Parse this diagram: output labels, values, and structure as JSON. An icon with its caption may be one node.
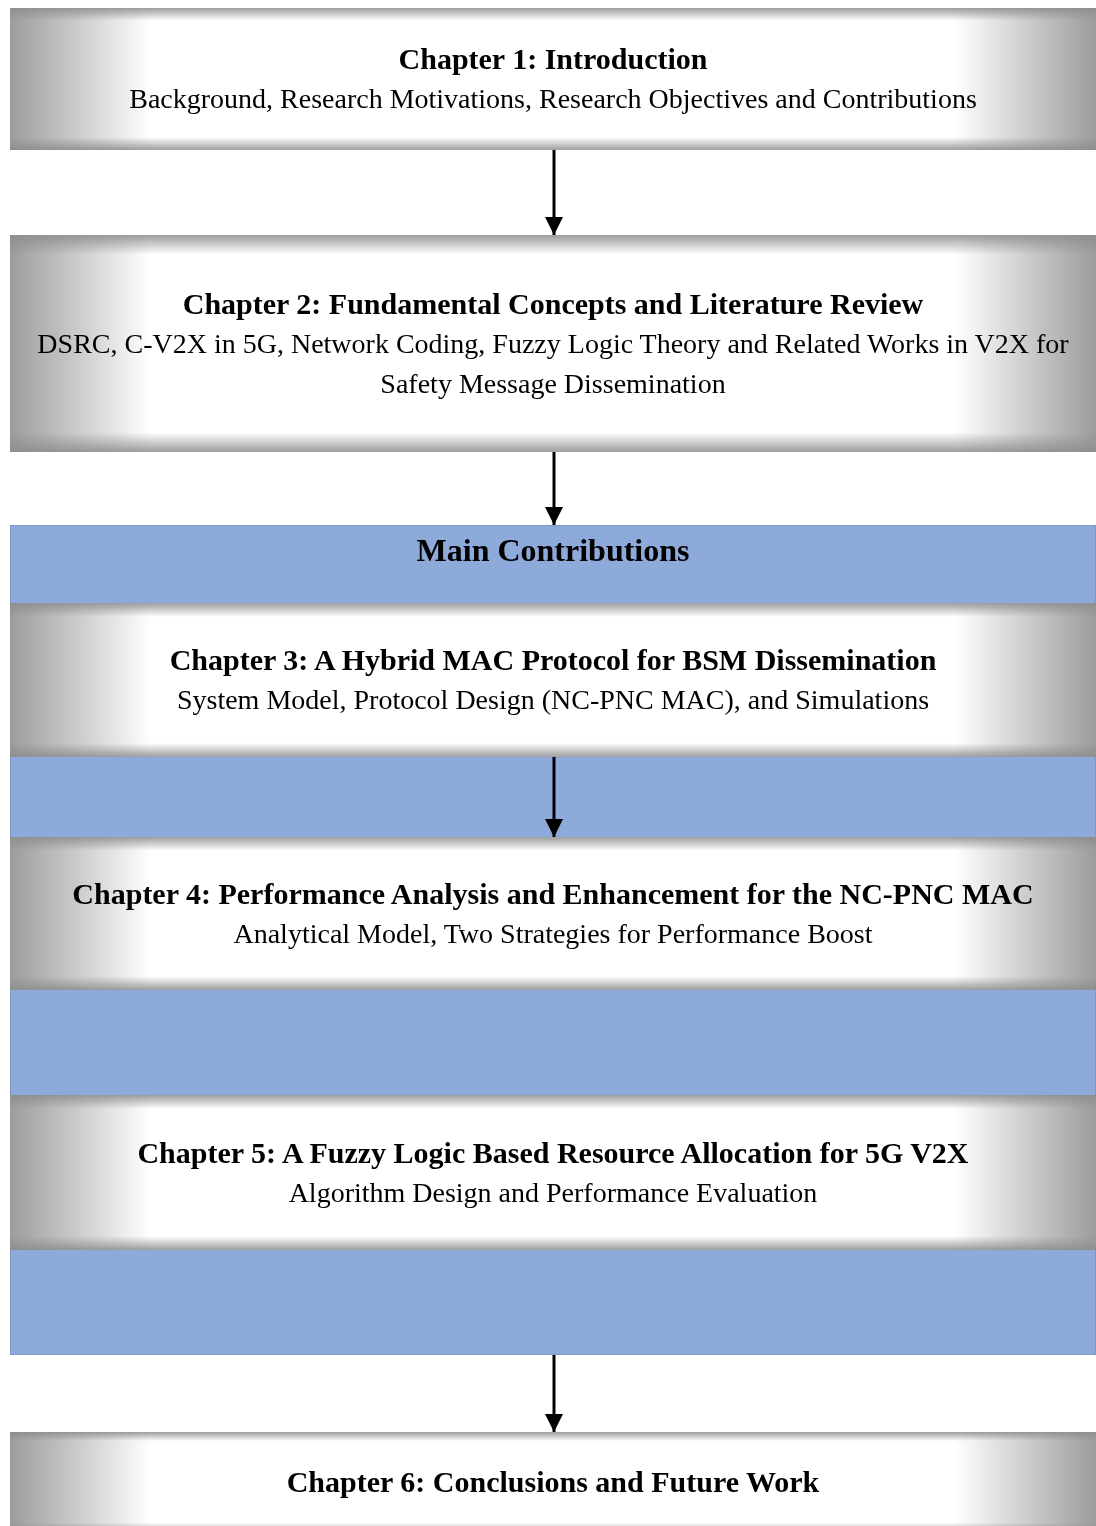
{
  "diagram": {
    "nodes": [
      {
        "text": [
          "Chapter 1: Introduction",
          "Background, Research Motivations, Research Objectives and Contributions"
        ]
      },
      {
        "text": [
          "Chapter 2: Fundamental Concepts and Literature Review",
          "DSRC, C-V2X in 5G, Network Coding, Fuzzy Logic Theory and Related Works in V2X for Safety Message Dissemination"
        ]
      },
      {
        "text": [
          "Main Contributions"
        ]
      },
      {
        "text": [
          "Chapter 3: A Hybrid MAC Protocol for BSM Dissemination",
          "System Model, Protocol Design (NC-PNC MAC), and Simulations"
        ],
        "in": 2
      },
      {
        "text": [
          "Chapter 4: Performance Analysis and Enhancement for the NC-PNC MAC",
          "Analytical Model, Two Strategies for Performance Boost"
        ],
        "in": 2
      },
      {
        "text": [
          "Chapter 5: A Fuzzy Logic Based Resource Allocation for 5G V2X",
          "Algorithm Design and Performance Evaluation"
        ],
        "in": 2
      },
      {
        "text": [
          "Chapter 6: Conclusions and Future Work"
        ]
      }
    ],
    "edges": [
      {
        "from": 0,
        "to": 1,
        "arrow": "to"
      },
      {
        "from": 1,
        "to": 2,
        "arrow": "to"
      },
      {
        "from": 3,
        "to": 4,
        "arrow": "to"
      },
      {
        "from": 2,
        "to": 6,
        "arrow": "to"
      }
    ]
  }
}
